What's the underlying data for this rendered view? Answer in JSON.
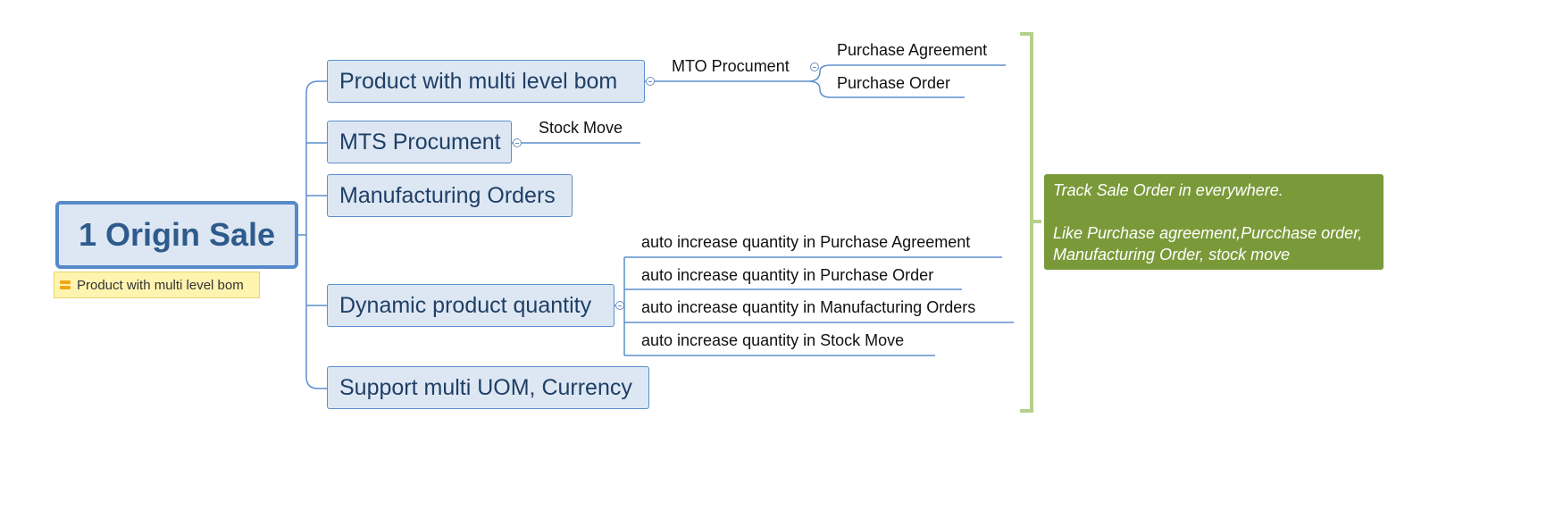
{
  "root": {
    "label": "1 Origin Sale"
  },
  "note": {
    "text": "Product with multi level bom"
  },
  "branches": [
    {
      "label": "Product with multi level bom"
    },
    {
      "label": "MTS Procument"
    },
    {
      "label": "Manufacturing Orders"
    },
    {
      "label": "Dynamic product quantity"
    },
    {
      "label": "Support multi UOM, Currency"
    }
  ],
  "children": {
    "mto": "MTO Procument",
    "purchase_agreement": "Purchase Agreement",
    "purchase_order": "Purchase Order",
    "stock_move": "Stock Move",
    "dynamic": [
      "auto increase quantity in Purchase Agreement",
      "auto increase quantity in Purchase Order",
      "auto increase quantity in Manufacturing Orders",
      "auto increase quantity in Stock Move"
    ]
  },
  "summary": {
    "line1": "Track Sale Order in everywhere.",
    "line2": "Like Purchase agreement,Purcchase order,",
    "line3": "Manufacturing Order, stock move"
  },
  "colors": {
    "connector": "#5b8fcc",
    "bracket": "#b5cf8c",
    "summary_bg": "#7a9a3a",
    "node_fill": "#dde7f3"
  }
}
